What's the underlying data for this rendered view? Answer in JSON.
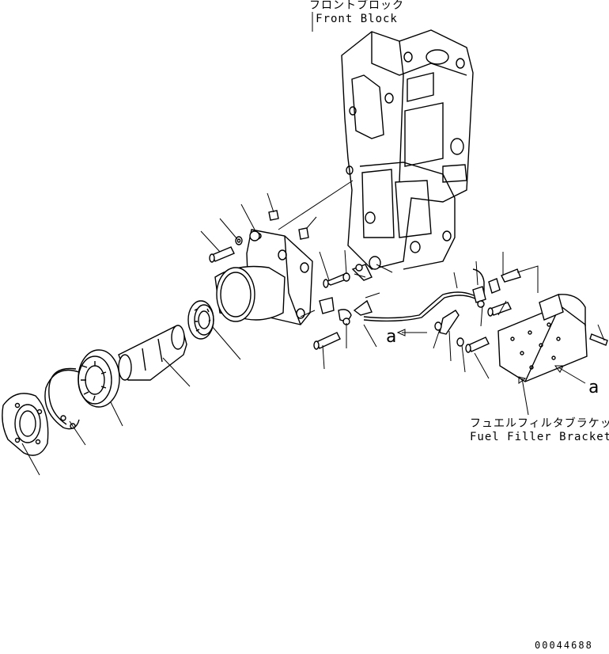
{
  "labels": {
    "front_block_ja": "フロントブロック",
    "front_block_en": "Front Block",
    "fuel_bracket_ja": "フュエルフィルタブラケット",
    "fuel_bracket_en": "Fuel Filler Bracket",
    "ref_a": "a",
    "drawing_number": "00044688"
  }
}
